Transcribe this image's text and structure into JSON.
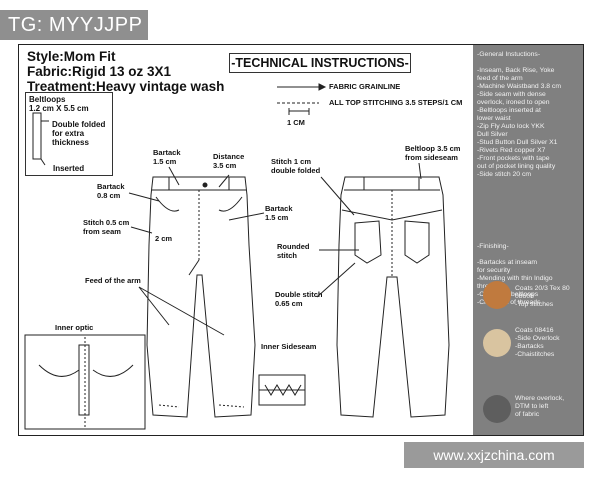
{
  "tag": "TG: MYYJJPP",
  "watermark": "www.xxjzchina.com",
  "header": {
    "style": "Style:Mom Fit",
    "fabric": "Fabric:Rigid 13 oz 3X1",
    "treatment": "Treatment:Heavy vintage wash"
  },
  "title": "-TECHNICAL INSTRUCTIONS-",
  "legend": {
    "grainline": "FABRIC GRAINLINE",
    "topstitch": "ALL TOP STITCHING 3.5 STEPS/1 CM",
    "cm": "1 CM"
  },
  "beltloops": {
    "title": "Beltloops",
    "size": "1.2 cm X 5.5 cm",
    "double": "Double folded",
    "thick": "for extra thickness",
    "inserted": "Inserted"
  },
  "callouts": {
    "bartack1": [
      "Bartack",
      "1.5 cm"
    ],
    "distance": [
      "Distance",
      "3.5 cm"
    ],
    "bartack2": [
      "Bartack",
      "0.8 cm"
    ],
    "bartack3": [
      "Bartack",
      "1.5 cm"
    ],
    "stitch05": [
      "Stitch 0.5 cm",
      "from seam"
    ],
    "twocm": "2 cm",
    "feed": "Feed of the arm",
    "stitch1": [
      "Stitch 1 cm",
      "double folded"
    ],
    "rounded": [
      "Rounded",
      "stitch"
    ],
    "doublestitch": [
      "Double stitch",
      "0.65 cm"
    ],
    "beltloop35": [
      "Beltloop  3.5 cm",
      "from sideseam"
    ],
    "inner_optic": "Inner optic",
    "inner_side": "Inner Sideseam"
  },
  "panel": {
    "general": "-General Instuctions-\n\n-Inseam, Back Rise, Yoke\nfeed of the arm\n-Machine Waistband 3.8 cm\n-Side seam with dense\noverlock, ironed to open\n-Beltloops inserted at\nlower waist\n-Zip Fly Auto lock YKK\nDull Silver\n-Stud Button Dull Silver X1\n-Rivets Red copper X7\n-Front pockets with tape\nout of pocket lining quality\n-Side stitch 20 cm",
    "finishing": "-Finishing-\n\n-Bartacks at inseam\nfor security\n-Mending with thin Indigo\nthread\n-Cut upper beltloops\n-Clean out of threads",
    "threads": [
      {
        "color": "#c07a3e",
        "text": "Coats 20/3 Tex 80\n08608\n-Top stitches"
      },
      {
        "color": "#d9c4a0",
        "text": "Coats  08416\n-Side Overlock\n-Bartacks\n-Chaistitches"
      },
      {
        "color": "#5e5e5e",
        "text": "Where overlock,\nDTM to left\nof fabric"
      }
    ]
  }
}
